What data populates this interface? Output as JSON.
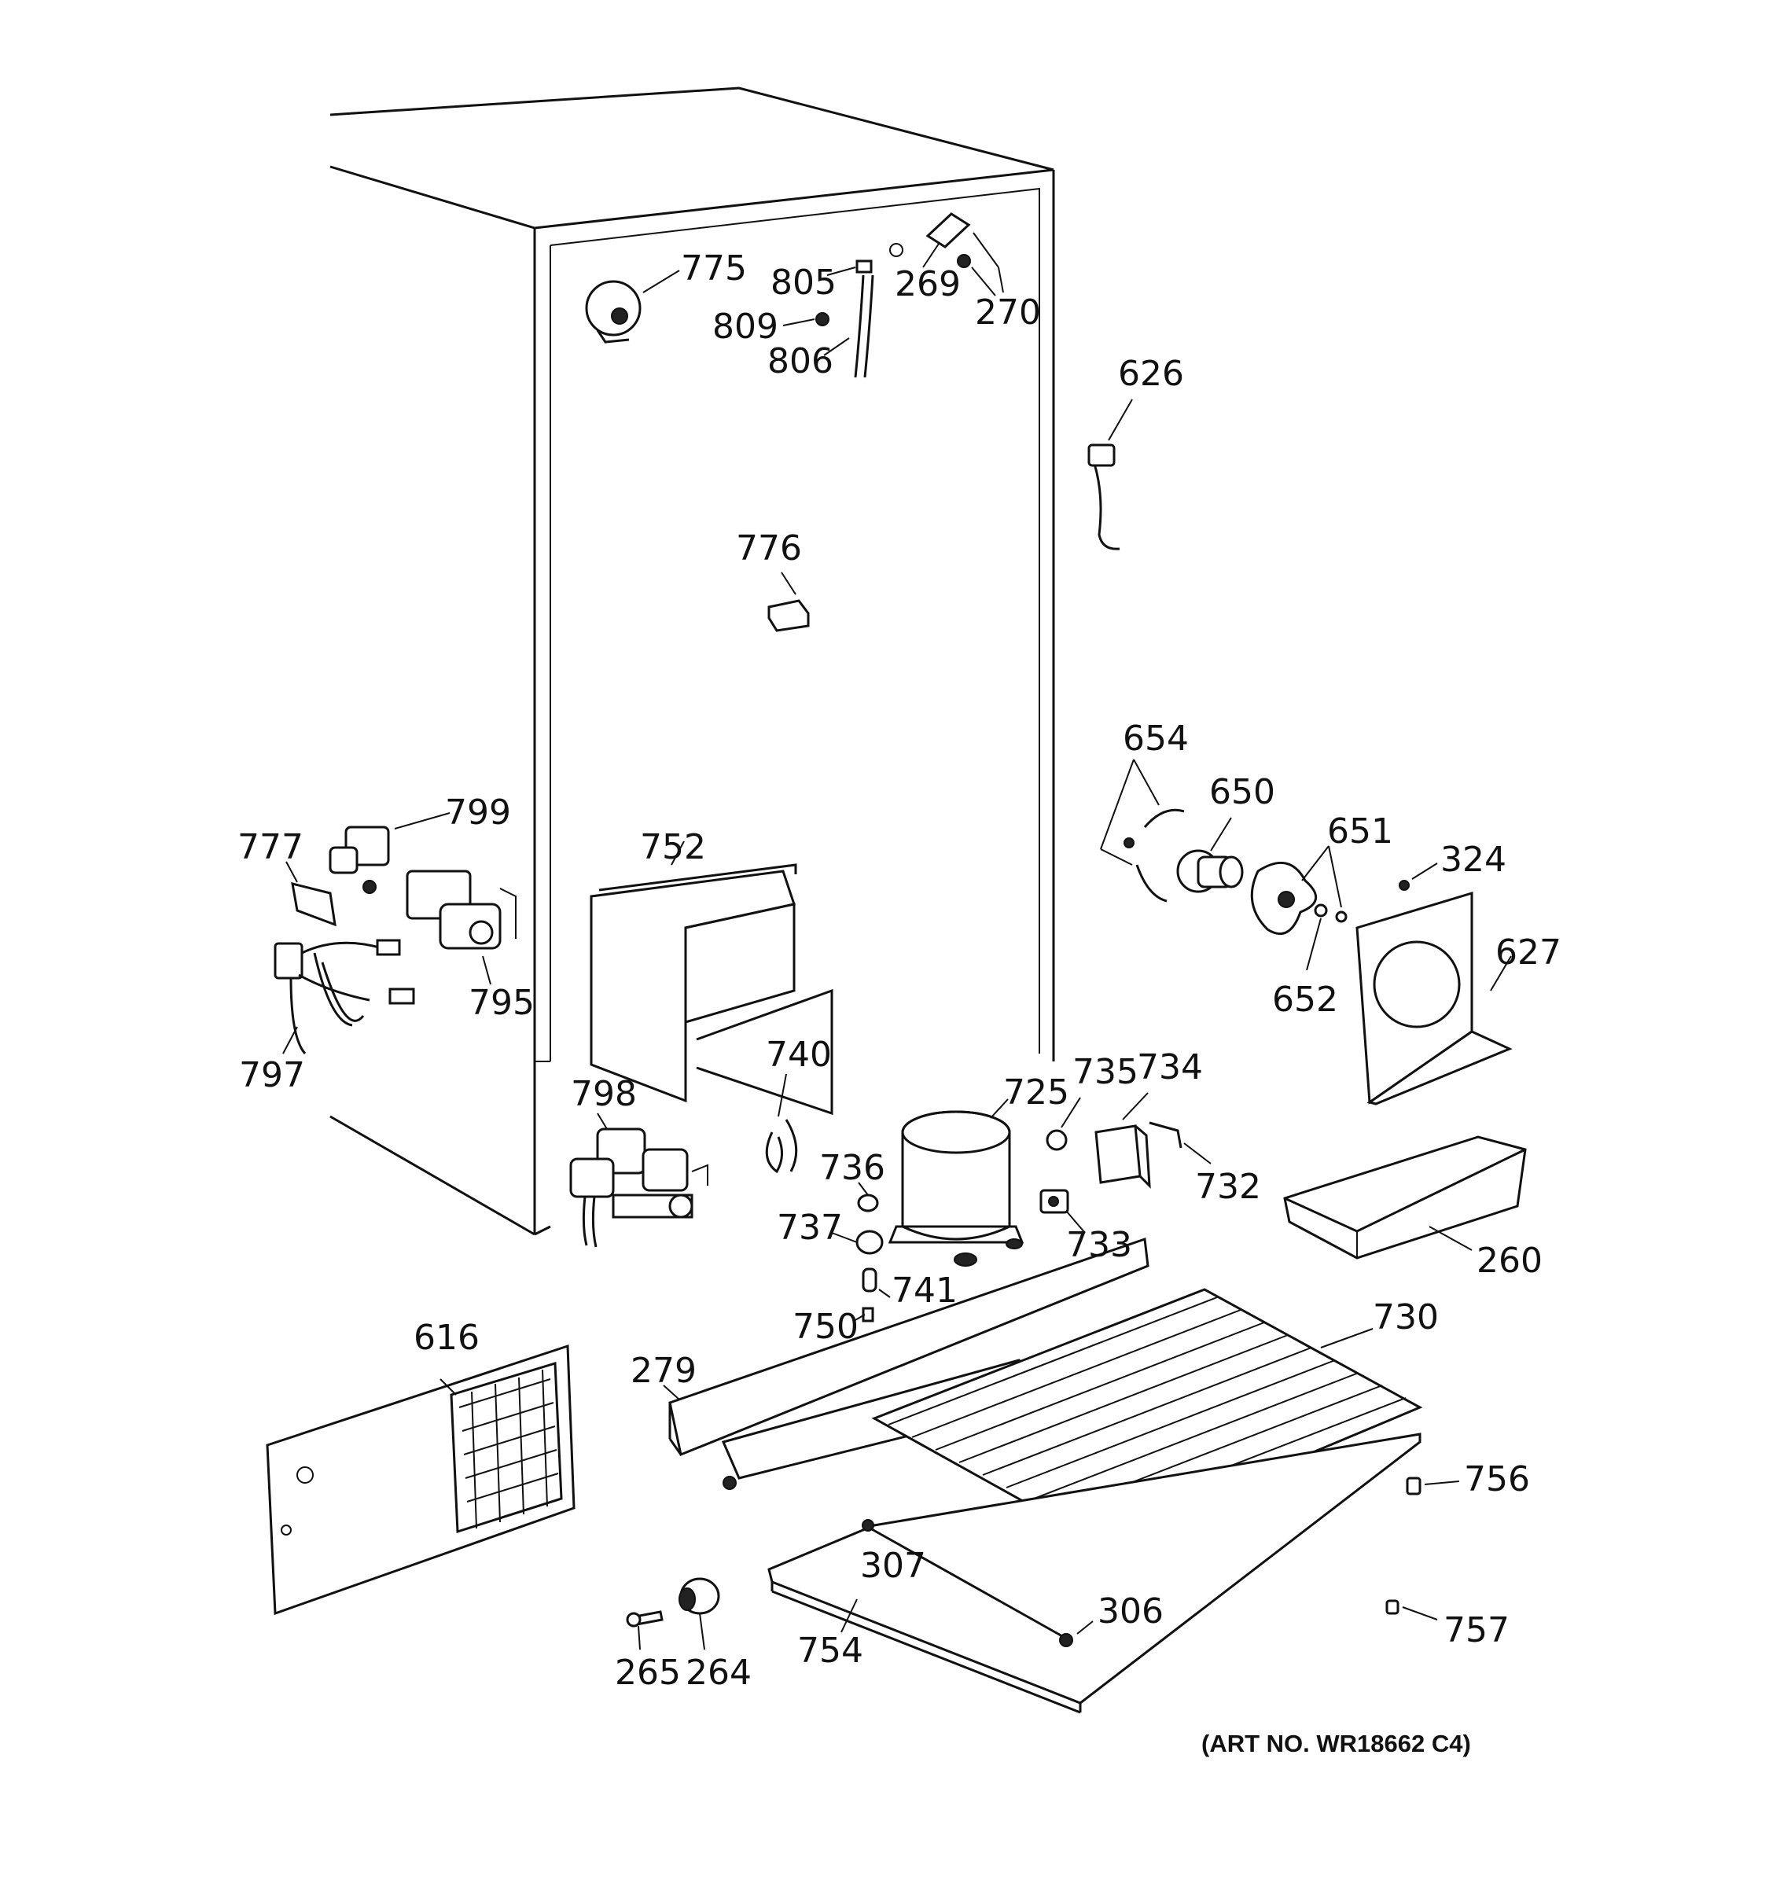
{
  "labels": {
    "p775": "775",
    "p805": "805",
    "p269": "269",
    "p270": "270",
    "p809": "809",
    "p806": "806",
    "p626": "626",
    "p776": "776",
    "p654": "654",
    "p650": "650",
    "p651": "651",
    "p324": "324",
    "p627": "627",
    "p652": "652",
    "p799": "799",
    "p777": "777",
    "p752": "752",
    "p795": "795",
    "p797": "797",
    "p798": "798",
    "p740": "740",
    "p735": "735",
    "p734": "734",
    "p725": "725",
    "p732": "732",
    "p736": "736",
    "p260": "260",
    "p737": "737",
    "p733": "733",
    "p741": "741",
    "p750": "750",
    "p730": "730",
    "p616": "616",
    "p279": "279",
    "p756": "756",
    "p307": "307",
    "p306": "306",
    "p757": "757",
    "p265": "265",
    "p264": "264",
    "p754": "754"
  },
  "art_number": "(ART NO. WR18662 C4)"
}
